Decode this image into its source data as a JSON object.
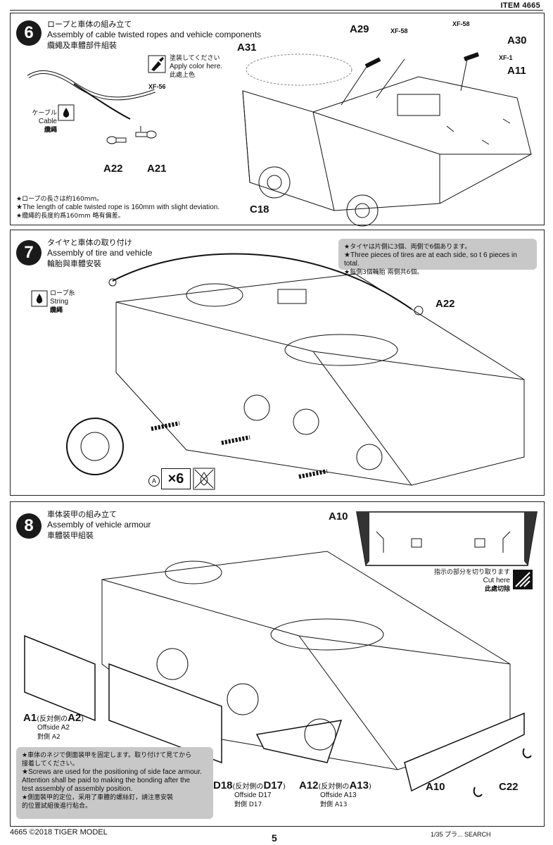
{
  "header": {
    "item_code": "ITEM 4665"
  },
  "step6": {
    "number": "6",
    "title_ja": "ロープと車体の組み立て",
    "title_en": "Assembly of cable twisted ropes and vehicle components",
    "title_zh": "纜繩及車體部件組裝",
    "paint_ja": "塗装してください",
    "paint_en": "Apply color here.",
    "paint_zh": "此處上色",
    "paint_code_left": "XF-56",
    "cable_ja": "ケーブル",
    "cable_en": "Cable",
    "cable_zh": "纜繩",
    "parts": [
      "A22",
      "A21",
      "A31",
      "A29",
      "A30",
      "A11",
      "C18"
    ],
    "codes": [
      "XF-58",
      "XF-58",
      "XF-1"
    ],
    "notes": [
      "★ロープの長さは約160mm。",
      "★The length of cable twisted rope is 160mm with slight deviation.",
      "★纜繩的長度約爲160mm 略有偏差。"
    ]
  },
  "step7": {
    "number": "7",
    "title_ja": "タイヤと車体の取り付け",
    "title_en": "Assembly of tire and vehicle",
    "title_zh": "輪胎與車體安裝",
    "string_ja": "ロープ糸",
    "string_en": "String",
    "string_zh": "纜繩",
    "part": "A22",
    "wheel_marker": "A",
    "multiplier": "×6",
    "info": [
      "★タイヤは片側に3個、両側で6個あります。",
      "★Three pieces of tires are at each side, so t 6 pieces in total.",
      "★每側3個輪胎 兩側共6個。"
    ]
  },
  "step8": {
    "number": "8",
    "title_ja": "車体装甲の組み立て",
    "title_en": "Assembly of vehicle armour",
    "title_zh": "車體裝甲組裝",
    "inset_part": "A10",
    "cut_ja": "指示の部分を切り取ります",
    "cut_en": "Cut here",
    "cut_zh": "此處切除",
    "a1_main": "A1",
    "a1_paren": "(反対側の",
    "a1_alt": "A2",
    "a1_close": ")",
    "a1_en": "Offside A2",
    "a1_zh": "對側 A2",
    "d18_main": "D18",
    "d18_paren": "(反対側の",
    "d18_alt": "D17",
    "d18_close": ")",
    "d18_en": "Offside D17",
    "d18_zh": "對側 D17",
    "a12_main": "A12",
    "a12_paren": "(反対側の",
    "a12_alt": "A13",
    "a12_close": ")",
    "a12_en": "Offside A13",
    "a12_zh": "對側 A13",
    "a10": "A10",
    "c22": "C22",
    "notes": [
      "★車体のネジで側面装甲を固定します。取り付けて見てから",
      "接着してください。",
      "★Screws are used for the positioning of side face armour.",
      "Attention shall be paid to making the bonding after the",
      "test assembly of assembly position.",
      "★側面裝甲的定位，采用了車體的螺絲釘，請注意安裝",
      "的位置試組後進行粘合。"
    ]
  },
  "footer": {
    "left": "4665 ©2018 TIGER MODEL",
    "page": "5",
    "right": "1/35 プラ... SEARCH"
  }
}
